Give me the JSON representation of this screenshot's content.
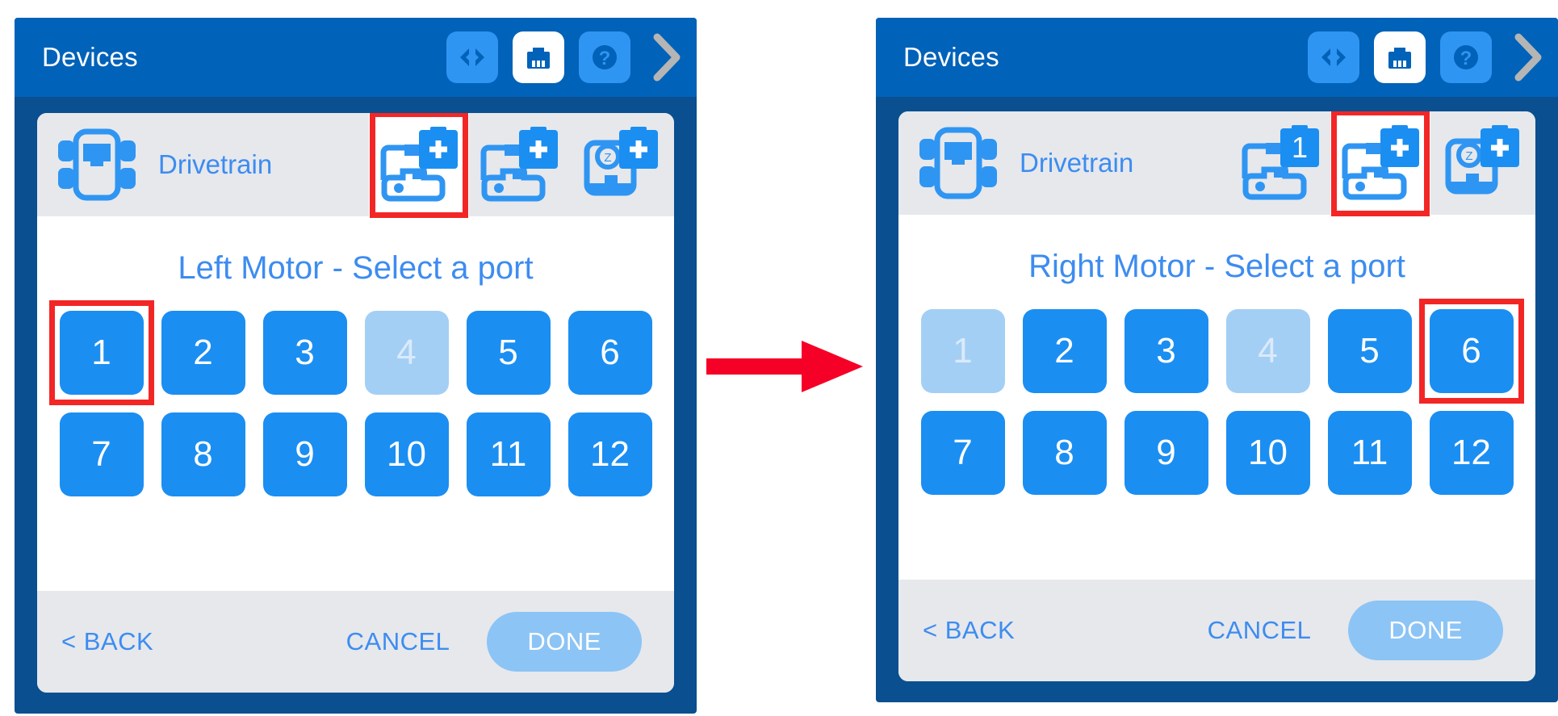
{
  "colors": {
    "appbar_bg": "#0062b8",
    "frame_bg": "#0a4f8f",
    "accent_blue": "#1b8ef2",
    "link_blue": "#3d8cf0",
    "disabled_blue": "#a4cff5",
    "highlight_red": "#f32626",
    "row_gray": "#e6e8ec",
    "icon_tint": "#2f95f2",
    "chevron_gray": "#b5b5b5"
  },
  "panels": [
    {
      "id": "left",
      "appbar": {
        "title": "Devices",
        "icons": [
          {
            "name": "code-icon",
            "glyph": "<>",
            "style": "tinted"
          },
          {
            "name": "devices-icon",
            "glyph": "device",
            "style": "white"
          },
          {
            "name": "help-icon",
            "glyph": "?",
            "style": "tinted"
          },
          {
            "name": "chevron-right-icon",
            "glyph": ">",
            "style": "plain"
          }
        ]
      },
      "device": {
        "name": "Drivetrain",
        "icon": "drivetrain-icon",
        "steps": [
          {
            "name": "left-motor-step",
            "icon": "motor-icon",
            "badge": "+",
            "active": true
          },
          {
            "name": "right-motor-step",
            "icon": "motor-icon",
            "badge": "+",
            "active": false
          },
          {
            "name": "gyro-step",
            "icon": "gyro-icon",
            "badge": "+",
            "active": false
          }
        ],
        "active_step_highlighted": true
      },
      "prompt": "Left Motor - Select a port",
      "ports": [
        {
          "label": "1",
          "disabled": false,
          "highlighted": true
        },
        {
          "label": "2",
          "disabled": false,
          "highlighted": false
        },
        {
          "label": "3",
          "disabled": false,
          "highlighted": false
        },
        {
          "label": "4",
          "disabled": true,
          "highlighted": false
        },
        {
          "label": "5",
          "disabled": false,
          "highlighted": false
        },
        {
          "label": "6",
          "disabled": false,
          "highlighted": false
        },
        {
          "label": "7",
          "disabled": false,
          "highlighted": false
        },
        {
          "label": "8",
          "disabled": false,
          "highlighted": false
        },
        {
          "label": "9",
          "disabled": false,
          "highlighted": false
        },
        {
          "label": "10",
          "disabled": false,
          "highlighted": false
        },
        {
          "label": "11",
          "disabled": false,
          "highlighted": false
        },
        {
          "label": "12",
          "disabled": false,
          "highlighted": false
        }
      ],
      "footer": {
        "back": "< BACK",
        "cancel": "CANCEL",
        "done": "DONE"
      }
    },
    {
      "id": "right",
      "appbar": {
        "title": "Devices",
        "icons": [
          {
            "name": "code-icon",
            "glyph": "<>",
            "style": "tinted"
          },
          {
            "name": "devices-icon",
            "glyph": "device",
            "style": "white"
          },
          {
            "name": "help-icon",
            "glyph": "?",
            "style": "tinted"
          },
          {
            "name": "chevron-right-icon",
            "glyph": ">",
            "style": "plain"
          }
        ]
      },
      "device": {
        "name": "Drivetrain",
        "icon": "drivetrain-icon",
        "steps": [
          {
            "name": "left-motor-step",
            "icon": "motor-icon",
            "badge": "1",
            "active": false
          },
          {
            "name": "right-motor-step",
            "icon": "motor-icon",
            "badge": "+",
            "active": true
          },
          {
            "name": "gyro-step",
            "icon": "gyro-icon",
            "badge": "+",
            "active": false
          }
        ],
        "active_step_highlighted": true
      },
      "prompt": "Right Motor - Select a port",
      "ports": [
        {
          "label": "1",
          "disabled": true,
          "highlighted": false
        },
        {
          "label": "2",
          "disabled": false,
          "highlighted": false
        },
        {
          "label": "3",
          "disabled": false,
          "highlighted": false
        },
        {
          "label": "4",
          "disabled": true,
          "highlighted": false
        },
        {
          "label": "5",
          "disabled": false,
          "highlighted": false
        },
        {
          "label": "6",
          "disabled": false,
          "highlighted": true
        },
        {
          "label": "7",
          "disabled": false,
          "highlighted": false
        },
        {
          "label": "8",
          "disabled": false,
          "highlighted": false
        },
        {
          "label": "9",
          "disabled": false,
          "highlighted": false
        },
        {
          "label": "10",
          "disabled": false,
          "highlighted": false
        },
        {
          "label": "11",
          "disabled": false,
          "highlighted": false
        },
        {
          "label": "12",
          "disabled": false,
          "highlighted": false
        }
      ],
      "footer": {
        "back": "< BACK",
        "cancel": "CANCEL",
        "done": "DONE"
      }
    }
  ],
  "annotation": {
    "arrow": "red-right-arrow"
  }
}
